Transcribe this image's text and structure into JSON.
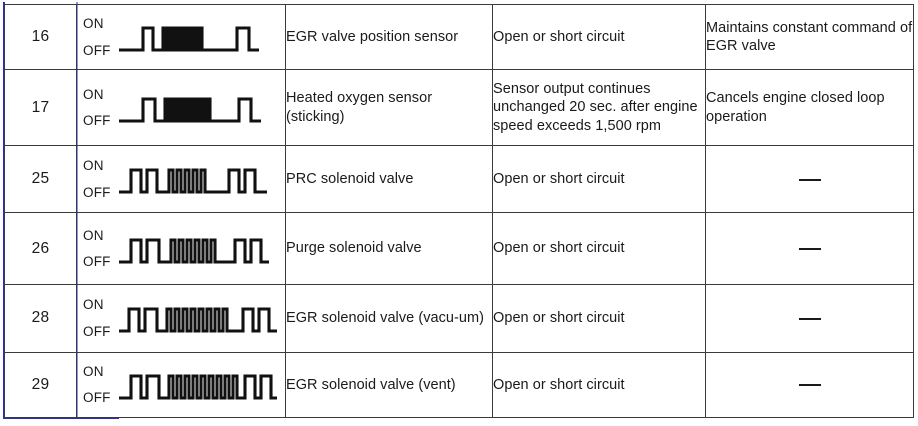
{
  "document": {
    "kind": "service-manual-fault-code-table",
    "row_count": 6,
    "column_count": 5
  },
  "table": {
    "columns": [
      {
        "key": "code",
        "name": "malfunction-code"
      },
      {
        "key": "waveform",
        "name": "output-signal-pattern"
      },
      {
        "key": "name",
        "name": "diagnosed-circuit"
      },
      {
        "key": "condition",
        "name": "detecting-condition"
      },
      {
        "key": "failsafe",
        "name": "fail-safe-function"
      }
    ],
    "wave_labels": {
      "on": "ON",
      "off": "OFF"
    },
    "dash": "—",
    "rows": [
      {
        "code": "16",
        "name": "EGR valve position sensor",
        "condition": "Open or short circuit",
        "failsafe": "Maintains constant command of EGR valve",
        "failsafe_is_dash": false,
        "waveform": {
          "pattern_name": "code-16-pulse-train",
          "leading_off_units": 7,
          "tens_pulses": 1,
          "units_pulses": 6,
          "trailing_off_units": 7,
          "tail_pulses": 1
        }
      },
      {
        "code": "17",
        "name": "Heated oxygen sensor (sticking)",
        "condition": "Sensor output continues unchanged 20 sec. after engine speed exceeds 1,500 rpm",
        "failsafe": "Cancels engine closed loop operation",
        "failsafe_is_dash": false,
        "waveform": {
          "pattern_name": "code-17-pulse-train",
          "leading_off_units": 7,
          "tens_pulses": 1,
          "units_pulses": 7,
          "trailing_off_units": 7,
          "tail_pulses": 1
        }
      },
      {
        "code": "25",
        "name": "PRC solenoid valve",
        "condition": "Open or short circuit",
        "failsafe": "—",
        "failsafe_is_dash": true,
        "waveform": {
          "pattern_name": "code-25-pulse-train",
          "leading_off_units": 4,
          "tens_pulses": 2,
          "units_pulses": 5,
          "trailing_off_units": 5,
          "tail_pulses": 2
        }
      },
      {
        "code": "26",
        "name": "Purge solenoid valve",
        "condition": "Open or short circuit",
        "failsafe": "—",
        "failsafe_is_dash": true,
        "waveform": {
          "pattern_name": "code-26-pulse-train",
          "leading_off_units": 4,
          "tens_pulses": 2,
          "units_pulses": 6,
          "trailing_off_units": 5,
          "tail_pulses": 2
        }
      },
      {
        "code": "28",
        "name": "EGR solenoid valve (vacu-um)",
        "condition": "Open or short circuit",
        "failsafe": "—",
        "failsafe_is_dash": true,
        "waveform": {
          "pattern_name": "code-28-pulse-train",
          "leading_off_units": 4,
          "tens_pulses": 2,
          "units_pulses": 8,
          "trailing_off_units": 4,
          "tail_pulses": 2
        }
      },
      {
        "code": "29",
        "name": "EGR solenoid valve (vent)",
        "condition": "Open or short circuit",
        "failsafe": "—",
        "failsafe_is_dash": true,
        "waveform": {
          "pattern_name": "code-29-pulse-train",
          "leading_off_units": 4,
          "tens_pulses": 2,
          "units_pulses": 9,
          "trailing_off_units": 4,
          "tail_pulses": 2
        }
      }
    ]
  },
  "colors": {
    "ink": "#1a1a1a",
    "rule": "#3b3b3b",
    "blue_edge": "#2b2bc8",
    "blue_inner_rule": "#8f8fe8",
    "paper": "#ffffff"
  }
}
